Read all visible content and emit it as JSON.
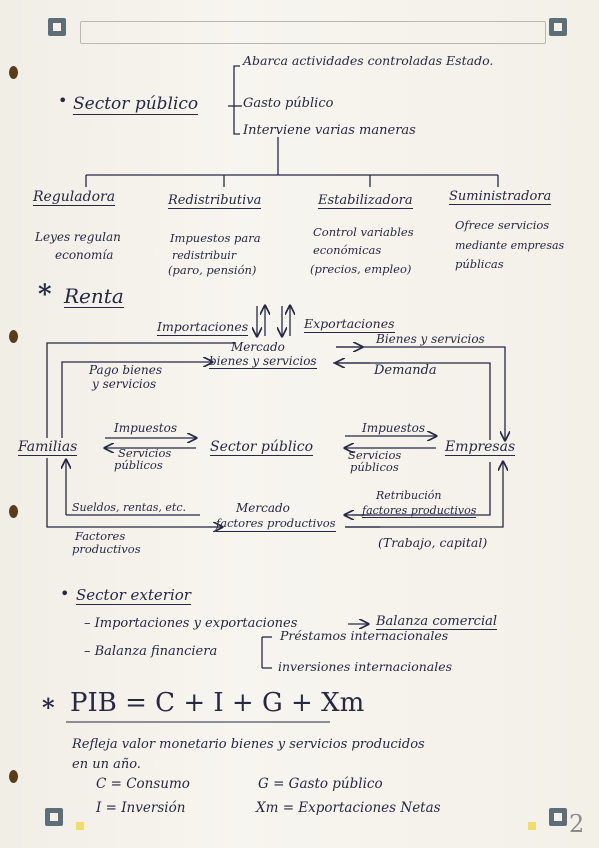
{
  "header_box": "",
  "sector_publico": {
    "bullet": "•",
    "title": "Sector público",
    "branches": [
      "Abarca actividades controladas Estado.",
      "Gasto público",
      "Interviene varias maneras"
    ]
  },
  "functions": [
    {
      "title": "Reguladora",
      "line1": "Leyes regulan",
      "line2": "economía",
      "line3": ""
    },
    {
      "title": "Redistributiva",
      "line1": "Impuestos para",
      "line2": "redistribuir",
      "line3": "(paro, pensión)"
    },
    {
      "title": "Estabilizadora",
      "line1": "Control variables",
      "line2": "económicas",
      "line3": "(precios, empleo)"
    },
    {
      "title": "Suministradora",
      "line1": "Ofrece servicios",
      "line2": "mediante empresas",
      "line3": "públicas"
    }
  ],
  "renta": {
    "star": "*",
    "title": "Renta",
    "importaciones": "Importaciones",
    "exportaciones": "Exportaciones",
    "bienes_servicios_right": "Bienes y servicios",
    "mercado_top_1": "Mercado",
    "mercado_top_2": "bienes y servicios",
    "pago_1": "Pago bienes",
    "pago_2": "y servicios",
    "demanda": "Demanda",
    "familias": "Familias",
    "sector_publico": "Sector público",
    "empresas": "Empresas",
    "impuestos_left": "Impuestos",
    "servicios_left_1": "Servicios",
    "servicios_left_2": "públicos",
    "impuestos_right": "Impuestos",
    "servicios_right_1": "Servicios",
    "servicios_right_2": "públicos",
    "retribucion_1": "Retribución",
    "retribucion_2": "factores productivos",
    "sueldos": "Sueldos, rentas, etc.",
    "mercado_bottom_1": "Mercado",
    "mercado_bottom_2": "factores productivos",
    "factores_1": "Factores",
    "factores_2": "productivos",
    "trabajo": "(Trabajo, capital)"
  },
  "sector_exterior": {
    "bullet": "•",
    "title": "Sector exterior",
    "line1_a": "– Importaciones y exportaciones",
    "line1_b": "Balanza comercial",
    "line2_a": "– Balanza financiera",
    "line2_b1": "Préstamos internacionales",
    "line2_b2": "inversiones internacionales"
  },
  "pib": {
    "star": "*",
    "formula": "PIB = C + I + G + Xm",
    "desc1": "Refleja valor monetario bienes y servicios producidos",
    "desc2": "en un año.",
    "c": "C = Consumo",
    "g": "G = Gasto público",
    "i": "I = Inversión",
    "xm": "Xm = Exportaciones Netas"
  },
  "page_number": "2"
}
